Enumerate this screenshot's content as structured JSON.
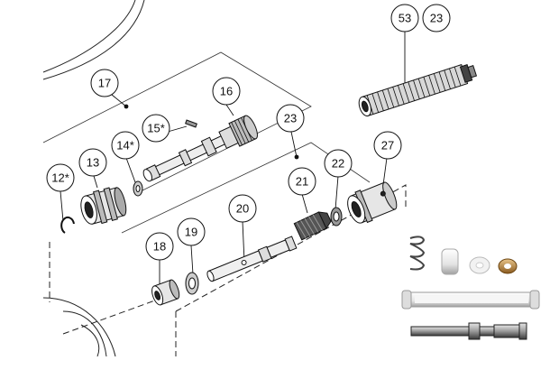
{
  "diagram": {
    "callouts": [
      {
        "id": "c53",
        "label": "53"
      },
      {
        "id": "c23a",
        "label": "23"
      },
      {
        "id": "c17",
        "label": "17"
      },
      {
        "id": "c16",
        "label": "16"
      },
      {
        "id": "c15",
        "label": "15*"
      },
      {
        "id": "c14",
        "label": "14*"
      },
      {
        "id": "c13",
        "label": "13"
      },
      {
        "id": "c12",
        "label": "12*"
      },
      {
        "id": "c23b",
        "label": "23"
      },
      {
        "id": "c21",
        "label": "21"
      },
      {
        "id": "c22",
        "label": "22"
      },
      {
        "id": "c27",
        "label": "27"
      },
      {
        "id": "c20",
        "label": "20"
      },
      {
        "id": "c18",
        "label": "18"
      },
      {
        "id": "c19",
        "label": "19"
      }
    ]
  }
}
